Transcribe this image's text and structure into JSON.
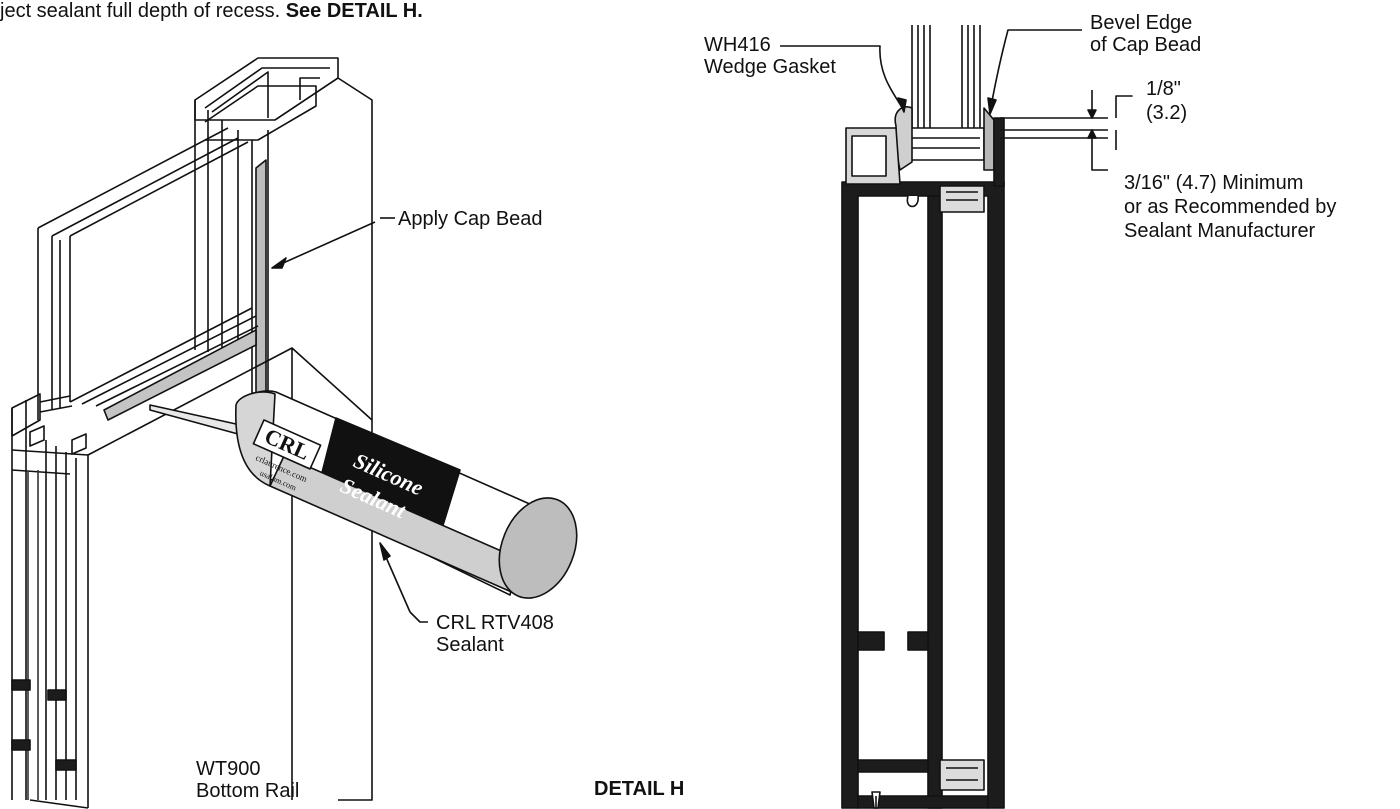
{
  "header": {
    "lead": "ject sealant full depth of recess.",
    "ref": "See DETAIL H."
  },
  "labels": {
    "apply_cap_bead": "Apply Cap Bead",
    "sealant_line1": "CRL RTV408",
    "sealant_line2": "Sealant",
    "rail_line1": "WT900",
    "rail_line2": "Bottom Rail",
    "detail_title": "DETAIL H",
    "gasket_line1": "WH416",
    "gasket_line2": "Wedge Gasket",
    "bevel_line1": "Bevel Edge",
    "bevel_line2": "of Cap Bead",
    "dim1_line1": "1/8\"",
    "dim1_line2": "(3.2)",
    "dim2_line1": "3/16\" (4.7) Minimum",
    "dim2_line2": "or as Recommended by",
    "dim2_line3": "Sealant Manufacturer"
  },
  "tube": {
    "brand": "CRL",
    "word1": "Silicone",
    "word2": "Sealant",
    "url1": "crlaurence.com",
    "url2": "usalum.com"
  },
  "colors": {
    "line": "#111111",
    "profile_fill": "#1c1c1c",
    "gasket_fill": "#cfcfcf",
    "cap_fill": "#b8b8b8"
  }
}
